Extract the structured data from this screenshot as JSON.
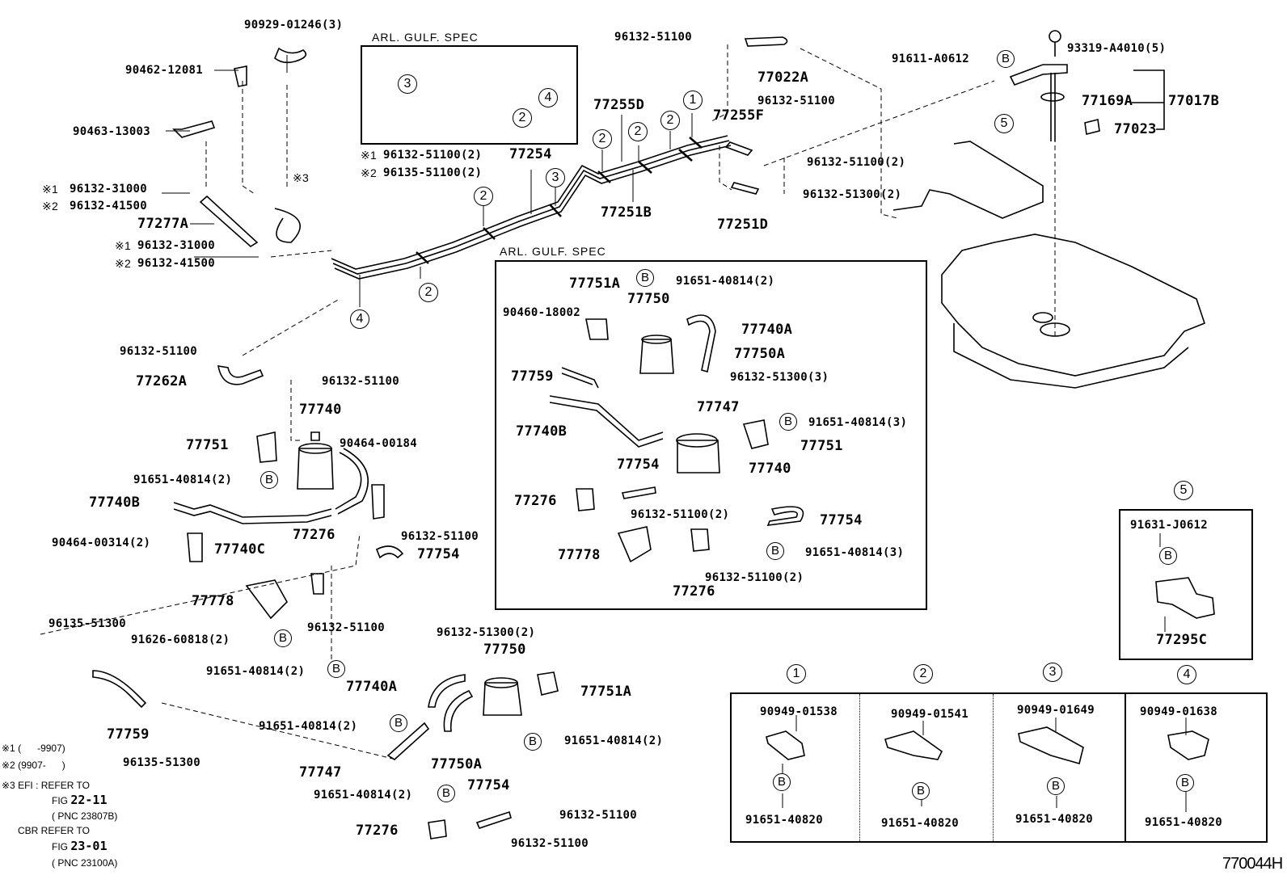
{
  "diagram": {
    "figure_code": "770044H",
    "inset_captions": {
      "top_inset": "ARL. GULF. SPEC",
      "middle_inset": "ARL. GULF. SPEC"
    },
    "notes": {
      "n1_mark": "※1",
      "n1_text": "(      -9907)",
      "n2_mark": "※2",
      "n2_text": "(9907-      )",
      "n3_mark": "※3",
      "n3_efi": "EFI : REFER TO",
      "n3_fig1_prefix": "FIG",
      "n3_fig1": "22-11",
      "n3_pnc1": "( PNC 23807B)",
      "n3_cbr": "CBR REFER TO",
      "n3_fig2_prefix": "FIG",
      "n3_fig2": "23-01",
      "n3_pnc2": "( PNC 23100A)"
    },
    "callouts": {
      "c1": "1",
      "c2": "2",
      "c3": "3",
      "c4": "4",
      "c5": "5",
      "b": "B"
    },
    "top_left": {
      "p90929": "90929-01246(3)",
      "p90462": "90462-12081",
      "p90463": "90463-13003",
      "mark1a": "※1",
      "p96132_31000a": "96132-31000",
      "mark2a": "※2",
      "p96132_41500a": "96132-41500",
      "p77277A": "77277A",
      "mark1b": "※1",
      "p96132_31000b": "96132-31000",
      "mark2b": "※2",
      "p96132_41500b": "96132-41500",
      "mark3": "※3",
      "mark1c": "※1",
      "p96132_51100_2": "96132-51100(2)",
      "mark2c": "※2",
      "p96135_51100_2": "96135-51100(2)"
    },
    "top_center": {
      "p77254": "77254",
      "p77255D": "77255D",
      "p77251B": "77251B",
      "p96132_51100_top": "96132-51100",
      "p77022A": "77022A",
      "p96132_51100_b": "96132-51100",
      "p77255F": "77255F",
      "p96132_51100_2": "96132-51100(2)",
      "p96132_51300_2": "96132-51300(2)",
      "p77251D": "77251D"
    },
    "top_right": {
      "p91611": "91611-A0612",
      "p93319": "93319-A4010(5)",
      "p77169A": "77169A",
      "p77017B": "77017B",
      "p77023": "77023"
    },
    "left_middle": {
      "p96132_51100_a": "96132-51100",
      "p77262A": "77262A",
      "p96132_51100_b": "96132-51100",
      "p77740": "77740",
      "p77751": "77751",
      "p90464_00184": "90464-00184",
      "p91651_40814_2": "91651-40814(2)",
      "p77740B": "77740B",
      "p90464_00314": "90464-00314(2)",
      "p77740C": "77740C",
      "p77276": "77276",
      "p96132_51100_c": "96132-51100",
      "p77754": "77754",
      "p77778": "77778",
      "p96132_51100_d": "96132-51100",
      "p96135_51300_a": "96135-51300",
      "p91626": "91626-60818(2)",
      "p91651_40814_2b": "91651-40814(2)",
      "p77759": "77759",
      "p96135_51300_b": "96135-51300"
    },
    "bottom_center": {
      "p96132_51300_2": "96132-51300(2)",
      "p77750": "77750",
      "p77740A": "77740A",
      "p77751A": "77751A",
      "p91651_40814_a": "91651-40814(2)",
      "p91651_40814_b": "91651-40814(2)",
      "p77747": "77747",
      "p77750A": "77750A",
      "p91651_40814_c": "91651-40814(2)",
      "p77754": "77754",
      "p96132_51100_a": "96132-51100",
      "p77276": "77276",
      "p96132_51100_b": "96132-51100"
    },
    "gulf_inset": {
      "p77751A": "77751A",
      "p91651_40814_2": "91651-40814(2)",
      "p77750": "77750",
      "p90460": "90460-18002",
      "p77740A": "77740A",
      "p77750A": "77750A",
      "p77759": "77759",
      "p96132_51300_3": "96132-51300(3)",
      "p77747": "77747",
      "p77740B": "77740B",
      "p91651_40814_3a": "91651-40814(3)",
      "p77751": "77751",
      "p77754a": "77754",
      "p77740": "77740",
      "p77276a": "77276",
      "p96132_51100_2a": "96132-51100(2)",
      "p77754b": "77754",
      "p77778": "77778",
      "p91651_40814_3b": "91651-40814(3)",
      "p96132_51100_2b": "96132-51100(2)",
      "p77276b": "77276"
    },
    "detail5": {
      "p91631": "91631-J0612",
      "p77295C": "77295C"
    },
    "clamp_table": [
      {
        "num": "1",
        "clamp": "90949-01538",
        "bolt": "91651-40820"
      },
      {
        "num": "2",
        "clamp": "90949-01541",
        "bolt": "91651-40820"
      },
      {
        "num": "3",
        "clamp": "90949-01649",
        "bolt": "91651-40820"
      },
      {
        "num": "4",
        "clamp": "90949-01638",
        "bolt": "91651-40820"
      }
    ]
  }
}
